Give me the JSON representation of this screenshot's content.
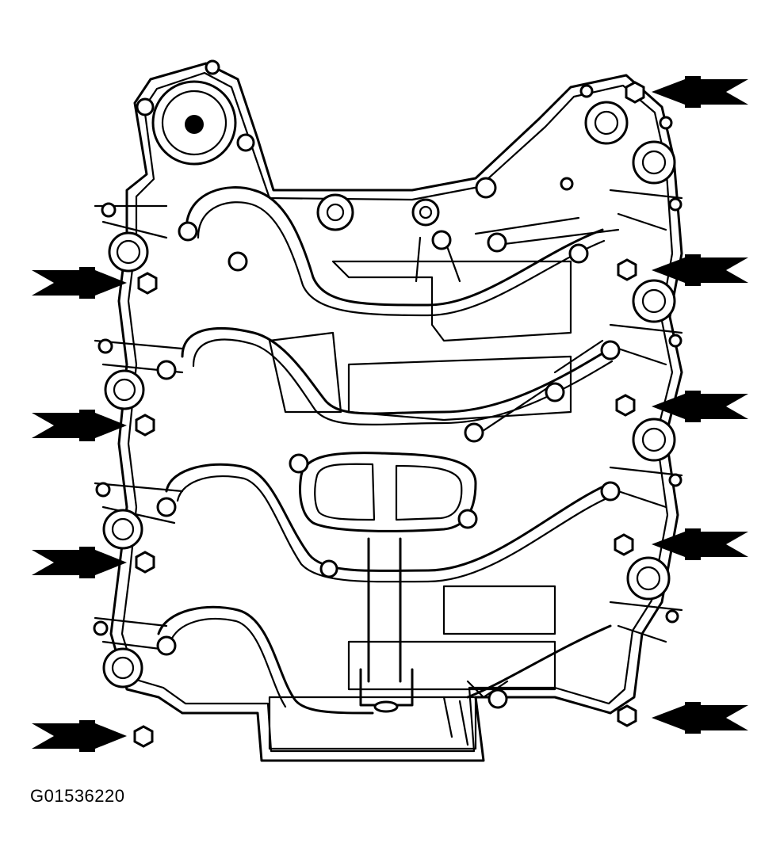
{
  "figure": {
    "id_label": "G01536220"
  },
  "colors": {
    "line": "#000000",
    "background": "#ffffff"
  },
  "callouts": {
    "left_count": 4,
    "right_count": 5,
    "icon": "double-arrow-icon"
  }
}
